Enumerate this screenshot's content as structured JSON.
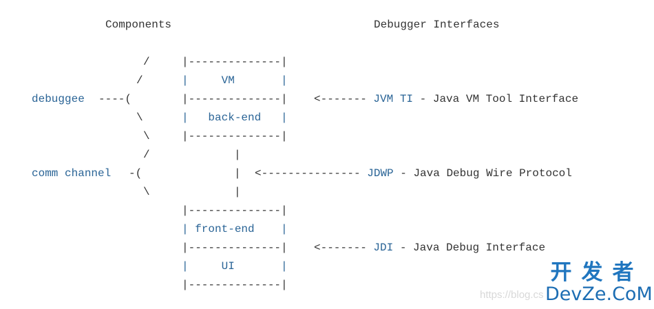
{
  "headers": {
    "components": "Components",
    "interfaces": "Debugger Interfaces"
  },
  "labels": {
    "debuggee": "debuggee",
    "comm_channel": "comm channel"
  },
  "connectors": {
    "debuggee_bracket": "----(",
    "comm_bracket": "-(",
    "slash": "/",
    "backslash": "\\",
    "pipe": "|"
  },
  "stack": {
    "border": "|--------------|",
    "vm": "|     VM       |",
    "backend": "|   back-end   |",
    "frontend": "| front-end    |",
    "ui": "|     UI       |"
  },
  "interfaces": {
    "jvmti": {
      "arrow": "<-------",
      "abbr": "JVM TI",
      "desc": " - Java VM Tool Interface"
    },
    "jdwp": {
      "arrow": "<---------------",
      "abbr": "JDWP",
      "desc": " - Java Debug Wire Protocol"
    },
    "jdi": {
      "arrow": "<-------",
      "abbr": "JDI",
      "desc": " - Java Debug Interface"
    }
  },
  "watermark": {
    "url": "https://blog.cs",
    "logo_cn": "开发者",
    "logo_en": "DevZe.CoM"
  }
}
